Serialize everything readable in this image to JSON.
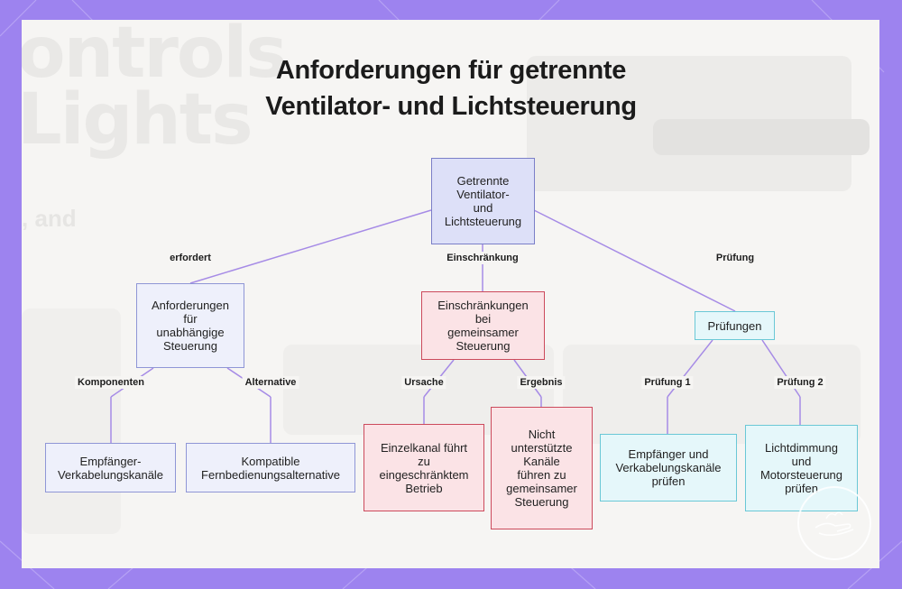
{
  "title": {
    "line1": "Anforderungen für getrennte",
    "line2": "Ventilator- und Lichtsteuerung"
  },
  "nodes": {
    "root": [
      "Getrennte",
      "Ventilator-",
      "und",
      "Lichtsteuerung"
    ],
    "requirements": [
      "Anforderungen",
      "für",
      "unabhängige",
      "Steuerung"
    ],
    "limitations": [
      "Einschränkungen",
      "bei",
      "gemeinsamer",
      "Steuerung"
    ],
    "checks": [
      "Prüfungen"
    ],
    "receiver_channels": [
      "Empfänger-",
      "Verkabelungskanäle"
    ],
    "remote_alternative": [
      "Kompatible",
      "Fernbedienungsalternative"
    ],
    "single_channel": [
      "Einzelkanal führt",
      "zu",
      "eingeschränktem",
      "Betrieb"
    ],
    "unsupported_channels": [
      "Nicht",
      "unterstützte",
      "Kanäle",
      "führen zu",
      "gemeinsamer",
      "Steuerung"
    ],
    "check_receiver": [
      "Empfänger und",
      "Verkabelungskanäle",
      "prüfen"
    ],
    "check_dimming": [
      "Lichtdimmung",
      "und",
      "Motorsteuerung",
      "prüfen"
    ]
  },
  "edge_labels": {
    "requires": "erfordert",
    "limitation": "Einschränkung",
    "check": "Prüfung",
    "components": "Komponenten",
    "alternative": "Alternative",
    "cause": "Ursache",
    "result": "Ergebnis",
    "check1": "Prüfung 1",
    "check2": "Prüfung 2"
  },
  "colors": {
    "frame": "#9d83ef",
    "connector": "#a68be6",
    "root_fill": "#dde0f8",
    "requirement_fill": "#eef0fb",
    "limitation_border": "#cc4a5c",
    "check_border": "#6ac8d6"
  },
  "icons": [
    "watermark-hand-logo"
  ]
}
